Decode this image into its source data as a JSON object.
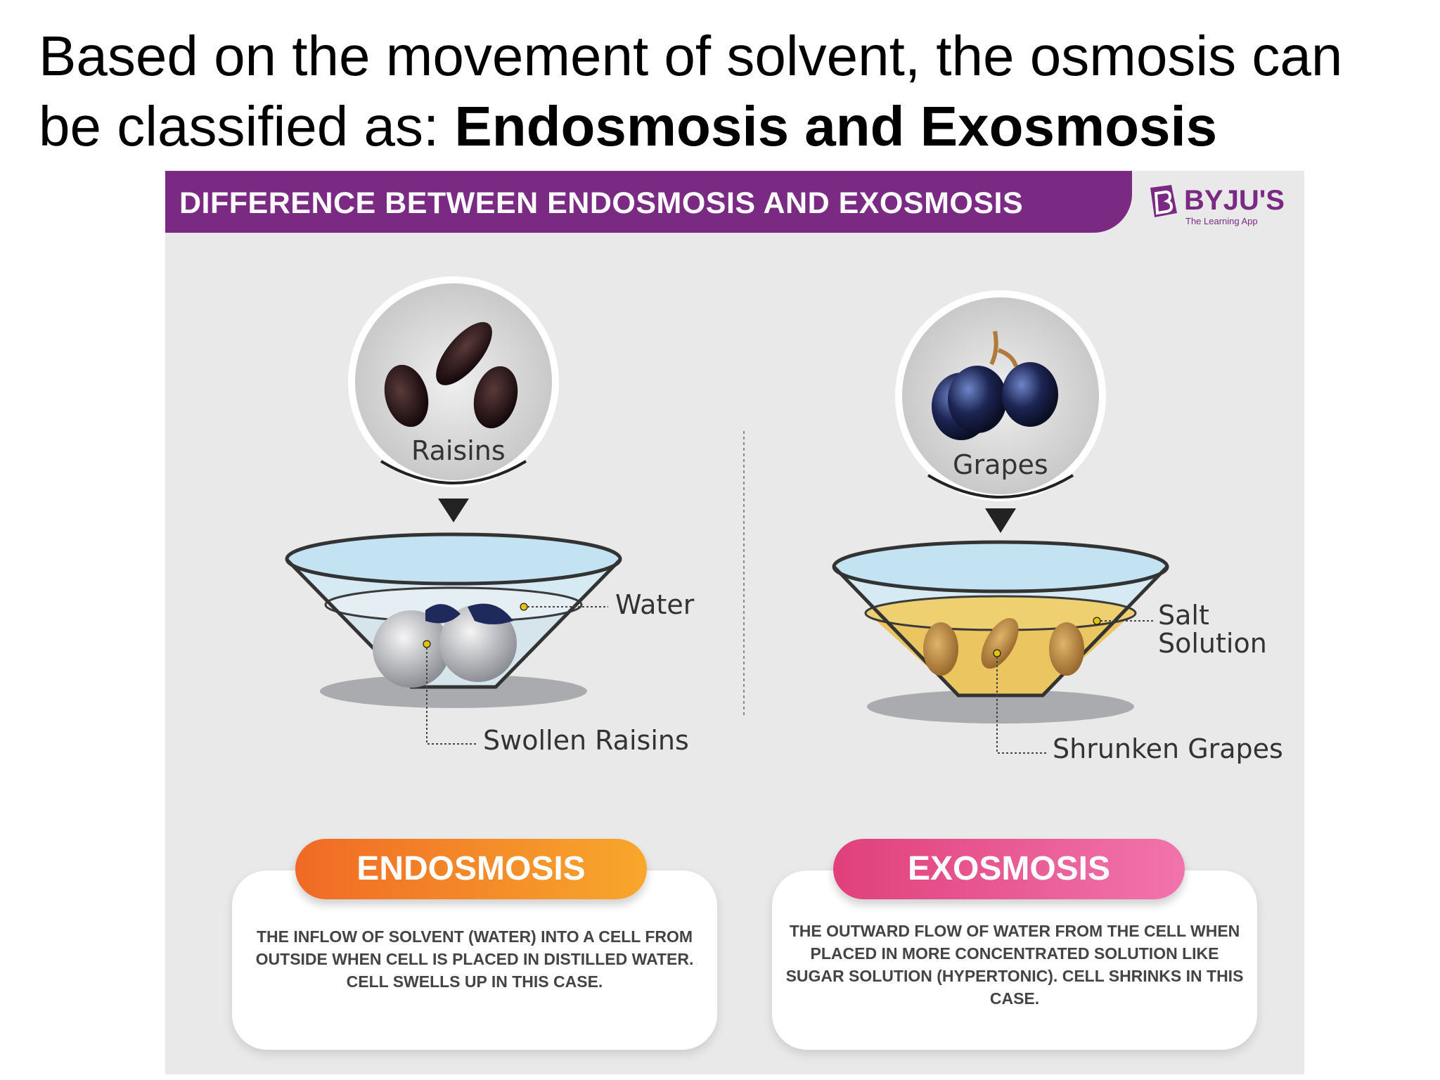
{
  "slide": {
    "title_prefix": "Based on the movement of solvent, the osmosis can be classified as: ",
    "title_bold": "Endosmosis and Exosmosis"
  },
  "infographic": {
    "banner_title": "DIFFERENCE BETWEEN ENDOSMOSIS AND EXOSMOSIS",
    "logo_name": "BYJU'S",
    "logo_tagline": "The Learning App",
    "colors": {
      "banner": "#7a2a82",
      "endosmosis_pill": "#f47a27",
      "exosmosis_pill": "#e95591",
      "water": "#bfe2f2",
      "salt_solution": "#ebc55f"
    },
    "left": {
      "circle_label": "Raisins",
      "liquid_label": "Water",
      "result_label": "Swollen Raisins",
      "heading": "ENDOSMOSIS",
      "description": "THE INFLOW OF SOLVENT (WATER) INTO A CELL FROM OUTSIDE WHEN CELL IS PLACED IN DISTILLED WATER. CELL SWELLS UP IN THIS CASE."
    },
    "right": {
      "circle_label": "Grapes",
      "liquid_label_line1": "Salt",
      "liquid_label_line2": "Solution",
      "result_label": "Shrunken Grapes",
      "heading": "EXOSMOSIS",
      "description": "THE OUTWARD FLOW OF WATER FROM THE CELL WHEN PLACED IN MORE CONCENTRATED SOLUTION LIKE SUGAR SOLUTION (HYPERTONIC). CELL SHRINKS IN THIS CASE."
    }
  }
}
